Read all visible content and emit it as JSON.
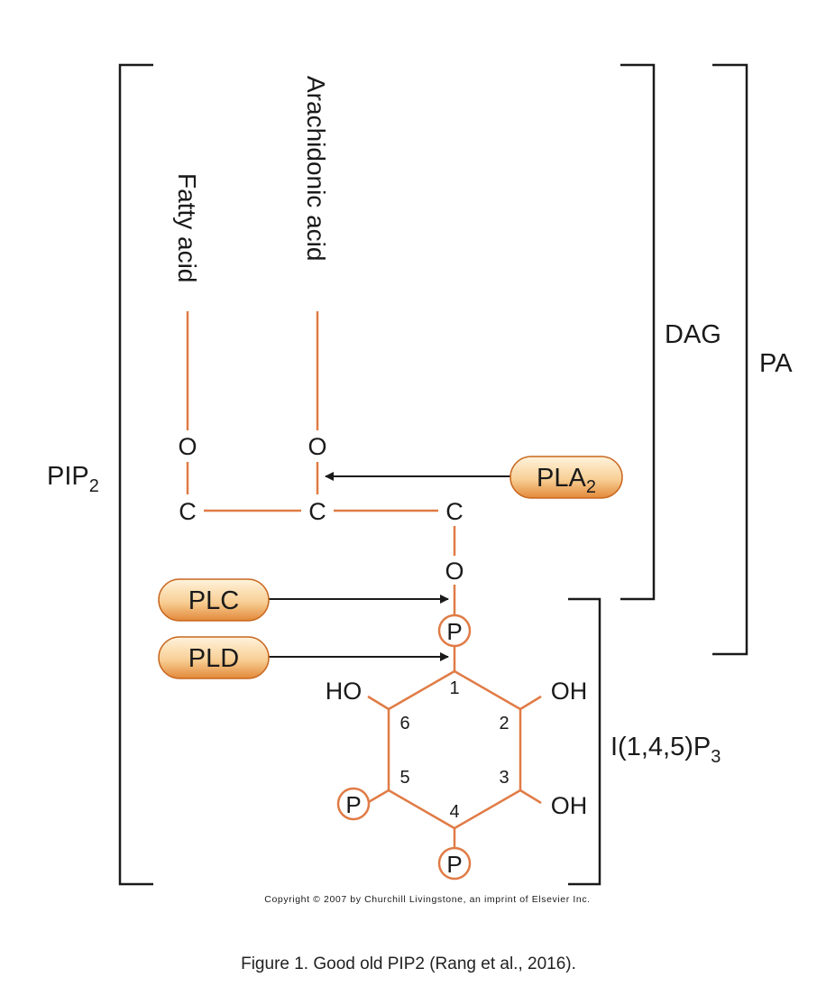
{
  "labels": {
    "fatty_acid": "Fatty acid",
    "arachidonic_acid": "Arachidonic acid",
    "pip2_main": "PIP",
    "pip2_sub": "2",
    "dag": "DAG",
    "pa": "PA",
    "ip3_main": "I(1,4,5)P",
    "ip3_sub": "3"
  },
  "atoms": {
    "o_fatty": "O",
    "o_arach": "O",
    "c1": "C",
    "c2": "C",
    "c3": "C",
    "o_ester": "O",
    "p_main": "P",
    "ho6": "HO",
    "oh2": "OH",
    "oh3": "OH",
    "p5": "P",
    "p4": "P"
  },
  "ring_numbers": [
    "1",
    "2",
    "3",
    "4",
    "5",
    "6"
  ],
  "enzymes": {
    "pla2_main": "PLA",
    "pla2_sub": "2",
    "plc": "PLC",
    "pld": "PLD"
  },
  "copyright": "Copyright © 2007 by Churchill Livingstone, an imprint of Elsevier Inc.",
  "caption": "Figure 1. Good old PIP2 (Rang et al., 2016).",
  "colors": {
    "bond": "#e07b45",
    "pill_light": "#fde9c9",
    "pill_dark": "#e2893a",
    "text": "#1a1a1a"
  }
}
